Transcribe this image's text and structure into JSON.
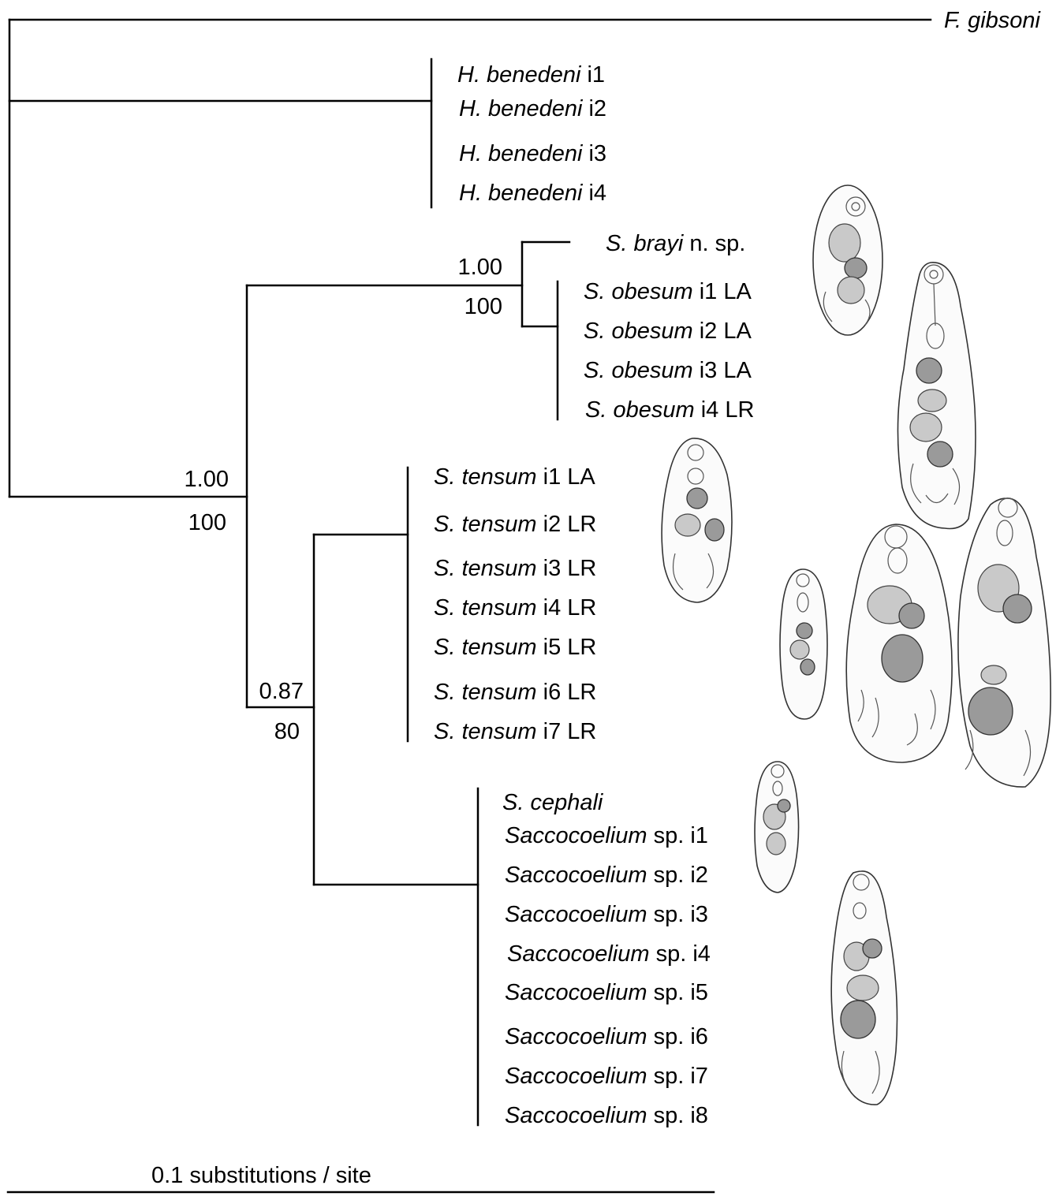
{
  "tree": {
    "outgroup": {
      "genus": "F. gibsoni",
      "suffix": ""
    },
    "hirudinella": [
      {
        "genus": "H. benedeni",
        "suffix": " i1"
      },
      {
        "genus": "H. benedeni",
        "suffix": " i2"
      },
      {
        "genus": "H. benedeni",
        "suffix": " i3"
      },
      {
        "genus": "H. benedeni",
        "suffix": " i4"
      }
    ],
    "brayi": {
      "genus": "S. brayi",
      "suffix": " n. sp."
    },
    "obesum": [
      {
        "genus": "S. obesum",
        "suffix": " i1 LA"
      },
      {
        "genus": "S. obesum",
        "suffix": " i2 LA"
      },
      {
        "genus": "S. obesum",
        "suffix": " i3 LA"
      },
      {
        "genus": "S. obesum",
        "suffix": " i4 LR"
      }
    ],
    "tensum": [
      {
        "genus": "S. tensum",
        "suffix": " i1 LA"
      },
      {
        "genus": "S. tensum",
        "suffix": " i2 LR"
      },
      {
        "genus": "S. tensum",
        "suffix": " i3 LR"
      },
      {
        "genus": "S. tensum",
        "suffix": " i4 LR"
      },
      {
        "genus": "S. tensum",
        "suffix": " i5 LR"
      },
      {
        "genus": "S. tensum",
        "suffix": " i6 LR"
      },
      {
        "genus": "S. tensum",
        "suffix": " i7 LR"
      }
    ],
    "cephali": {
      "genus": "S. cephali",
      "suffix": ""
    },
    "saccocoelium": [
      {
        "genus": "Saccocoelium",
        "suffix": " sp. i1"
      },
      {
        "genus": "Saccocoelium",
        "suffix": " sp. i2"
      },
      {
        "genus": "Saccocoelium",
        "suffix": " sp. i3"
      },
      {
        "genus": "Saccocoelium",
        "suffix": " sp. i4"
      },
      {
        "genus": "Saccocoelium",
        "suffix": " sp. i5"
      },
      {
        "genus": "Saccocoelium",
        "suffix": " sp. i6"
      },
      {
        "genus": "Saccocoelium",
        "suffix": " sp. i7"
      },
      {
        "genus": "Saccocoelium",
        "suffix": " sp. i8"
      }
    ]
  },
  "support": {
    "brayi_obesum": {
      "posterior": "1.00",
      "bootstrap": "100"
    },
    "saccocoelium_clade": {
      "posterior": "1.00",
      "bootstrap": "100"
    },
    "tensum_cephali": {
      "posterior": "0.87",
      "bootstrap": "80"
    }
  },
  "scale_bar": {
    "label": "0.1 substitutions / site"
  }
}
